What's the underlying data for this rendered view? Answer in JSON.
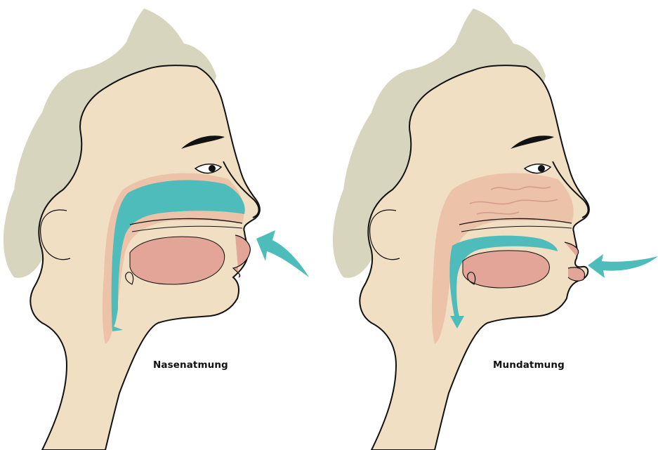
{
  "figure": {
    "panels": [
      {
        "caption": "Nasenatmung"
      },
      {
        "caption": "Mundatmung"
      }
    ]
  },
  "colors": {
    "skin": "#f0dfc2",
    "hair": "#d8d5bf",
    "cavity_pink": "#ecc2a8",
    "tongue": "#e2a597",
    "airflow": "#4fbcbc",
    "outline": "#111111"
  },
  "icons": [
    "nose-airflow-arrow",
    "mouth-airflow-arrow",
    "throat-airflow-arrow"
  ]
}
